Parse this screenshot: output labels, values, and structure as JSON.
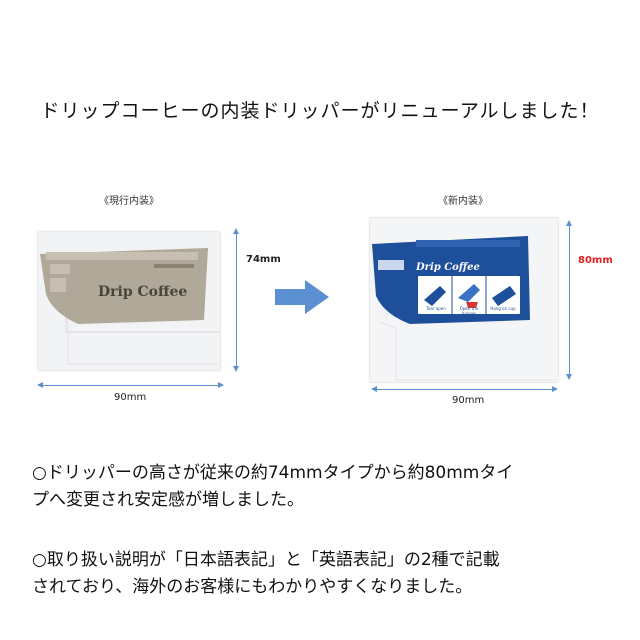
{
  "headline": "ドリップコーヒーの内装ドリッパーがリニューアルしました！",
  "old_product": {
    "caption": "《現行内装》",
    "label": "Drip Coffee",
    "height": "74mm",
    "width": "90mm",
    "card_color": "#b0a898"
  },
  "new_product": {
    "caption": "《新内装》",
    "label": "Drip Coffee",
    "height": "80mm",
    "width": "90mm",
    "card_color": "#1e4f9a",
    "height_color": "#dd2222",
    "panel_labels": [
      "Tear open",
      "Open the hanger",
      "Hang on cup"
    ]
  },
  "arrow_color": "#5b8fd1",
  "paragraphs": [
    [
      "○ドリッパーの高さが従来の約74mmタイプから約80mmタイ",
      "プへ変更され安定感が増しました。"
    ],
    [
      "○取り扱い説明が「日本語表記」と「英語表記」の2種で記載",
      "されており、海外のお客様にもわかりやすくなりました。"
    ]
  ]
}
